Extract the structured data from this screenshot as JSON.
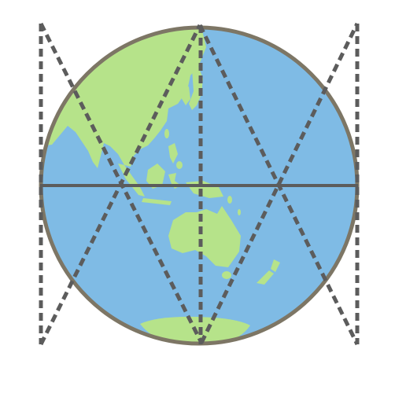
{
  "diagram": {
    "subject": "globe-centered-on-asia-pacific",
    "colors": {
      "background": "#ffffff",
      "ocean": "#7fbbe5",
      "land": "#b6e38a",
      "globe_outline": "#7d7665",
      "line": "#5c5c5c"
    },
    "regions": [
      "asia",
      "maritime-southeast-asia",
      "australia",
      "new-zealand",
      "antarctica"
    ],
    "lines": {
      "equator_style": "solid",
      "meridian_style": "dashed",
      "side_edges_style": "dashed",
      "zigzag_style": "dashed"
    }
  }
}
